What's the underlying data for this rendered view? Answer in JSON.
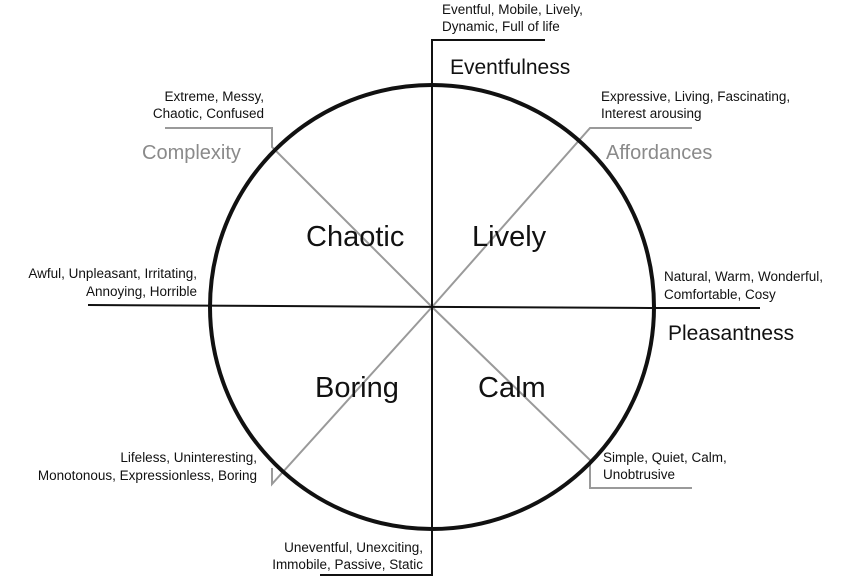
{
  "colors": {
    "line": "#111111",
    "diagonal": "#9a9a9a",
    "secondary_text": "#8a8a8a"
  },
  "axes": {
    "vertical": "Eventfulness",
    "horizontal": "Pleasantness"
  },
  "diagonals": {
    "upper_left": "Complexity",
    "upper_right": "Affordances"
  },
  "quadrants": {
    "upper_left": "Chaotic",
    "upper_right": "Lively",
    "lower_left": "Boring",
    "lower_right": "Calm"
  },
  "descriptors": {
    "top": [
      "Eventful, Mobile, Lively,",
      "Dynamic, Full of life"
    ],
    "upper_left": [
      "Extreme, Messy,",
      "Chaotic, Confused"
    ],
    "upper_right": [
      "Expressive, Living, Fascinating,",
      "Interest arousing"
    ],
    "left": [
      "Awful, Unpleasant, Irritating,",
      "Annoying, Horrible"
    ],
    "right": [
      "Natural, Warm, Wonderful,",
      "Comfortable, Cosy"
    ],
    "lower_left": [
      "Lifeless, Uninteresting,",
      "Monotonous, Expressionless, Boring"
    ],
    "lower_right": [
      "Simple, Quiet, Calm,",
      "Unobtrusive"
    ],
    "bottom": [
      "Uneventful, Unexciting,",
      "Immobile, Passive, Static"
    ]
  }
}
